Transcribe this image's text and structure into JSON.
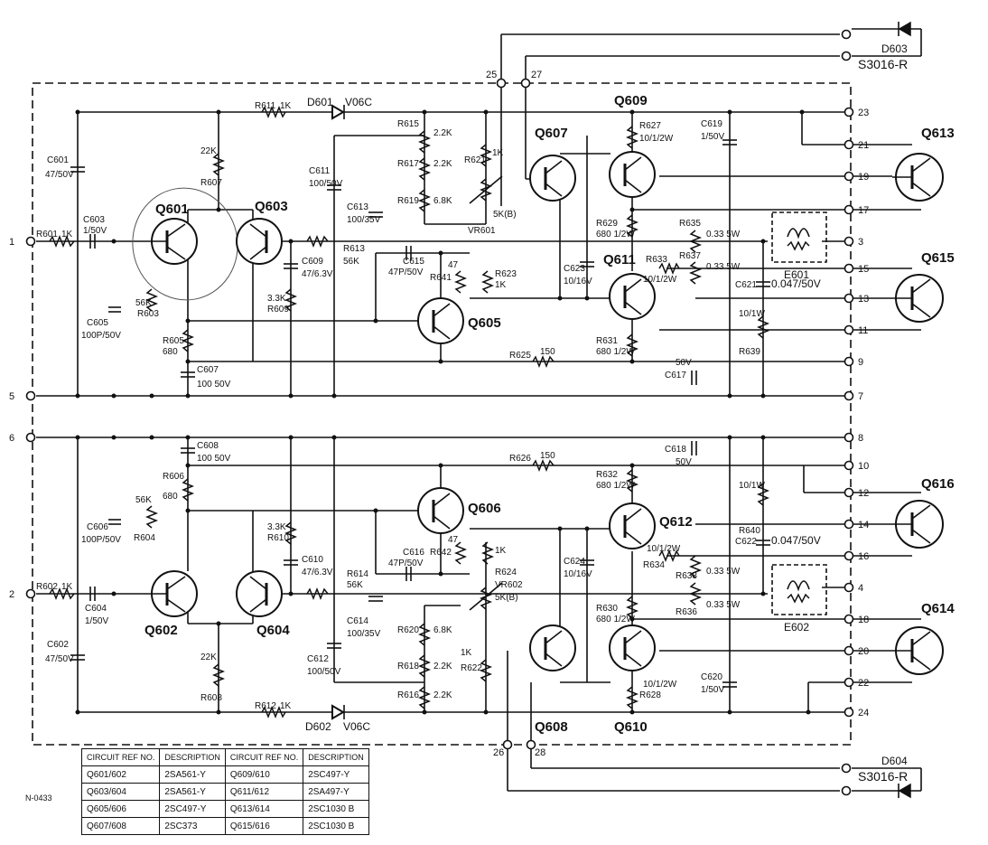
{
  "terminals": [
    "1",
    "2",
    "3",
    "4",
    "5",
    "6",
    "7",
    "8",
    "9",
    "10",
    "11",
    "12",
    "13",
    "14",
    "15",
    "16",
    "17",
    "18",
    "19",
    "20",
    "21",
    "22",
    "23",
    "24",
    "25",
    "26",
    "27",
    "28"
  ],
  "transistors": {
    "q601": "Q601",
    "q602": "Q602",
    "q603": "Q603",
    "q604": "Q604",
    "q605": "Q605",
    "q606": "Q606",
    "q607": "Q607",
    "q608": "Q608",
    "q609": "Q609",
    "q610": "Q610",
    "q611": "Q611",
    "q612": "Q612",
    "q613": "Q613",
    "q614": "Q614",
    "q615": "Q615",
    "q616": "Q616"
  },
  "diodes": {
    "d601": "D601",
    "d601_type": "V06C",
    "d602": "D602",
    "d602_type": "V06C",
    "d603": "D603",
    "d603_type": "S3016-R",
    "d604": "D604",
    "d604_type": "S3016-R"
  },
  "fuses": {
    "e601": "E601",
    "e602": "E602"
  },
  "resistors": [
    {
      "ref": "R601",
      "value": "1K"
    },
    {
      "ref": "R602",
      "value": "1K"
    },
    {
      "ref": "R603",
      "value": "56K"
    },
    {
      "ref": "R604",
      "value": "56K"
    },
    {
      "ref": "R605",
      "value": "680"
    },
    {
      "ref": "R606",
      "value": "680"
    },
    {
      "ref": "R607",
      "value": "22K"
    },
    {
      "ref": "R608",
      "value": "22K"
    },
    {
      "ref": "R609",
      "value": "3.3K"
    },
    {
      "ref": "R610",
      "value": "3.3K"
    },
    {
      "ref": "R611",
      "value": "1K"
    },
    {
      "ref": "R612",
      "value": "1K"
    },
    {
      "ref": "R613",
      "value": "56K"
    },
    {
      "ref": "R614",
      "value": "56K"
    },
    {
      "ref": "R615",
      "value": "2.2K"
    },
    {
      "ref": "R616",
      "value": "2.2K"
    },
    {
      "ref": "R617",
      "value": "2.2K"
    },
    {
      "ref": "R618",
      "value": "2.2K"
    },
    {
      "ref": "R619",
      "value": "6.8K"
    },
    {
      "ref": "R620",
      "value": "6.8K"
    },
    {
      "ref": "R621",
      "value": "1K"
    },
    {
      "ref": "R622",
      "value": "1K"
    },
    {
      "ref": "R623",
      "value": "1K"
    },
    {
      "ref": "R624",
      "value": "1K"
    },
    {
      "ref": "R625",
      "value": "150"
    },
    {
      "ref": "R626",
      "value": "150"
    },
    {
      "ref": "R627",
      "value": "10/1/2W"
    },
    {
      "ref": "R628",
      "value": "10/1/2W"
    },
    {
      "ref": "R629",
      "value": "680 1/2W"
    },
    {
      "ref": "R630",
      "value": "680 1/2W"
    },
    {
      "ref": "R631",
      "value": "680 1/2W"
    },
    {
      "ref": "R632",
      "value": "680 1/2W"
    },
    {
      "ref": "R633",
      "value": "10/1/2W"
    },
    {
      "ref": "R634",
      "value": "10/1/2W"
    },
    {
      "ref": "R635",
      "value": "0.33 5W"
    },
    {
      "ref": "R636",
      "value": "0.33 5W"
    },
    {
      "ref": "R637",
      "value": "0.33 5W"
    },
    {
      "ref": "R638",
      "value": "0.33 5W"
    },
    {
      "ref": "R639",
      "value": "10/1W"
    },
    {
      "ref": "R640",
      "value": "10/1W"
    },
    {
      "ref": "R641",
      "value": "47"
    },
    {
      "ref": "R642",
      "value": "47"
    },
    {
      "ref": "VR601",
      "value": "5K(B)"
    },
    {
      "ref": "VR602",
      "value": "5K(B)"
    }
  ],
  "capacitors": [
    {
      "ref": "C601",
      "value": "47/50V"
    },
    {
      "ref": "C602",
      "value": "47/50V"
    },
    {
      "ref": "C603",
      "value": "1/50V"
    },
    {
      "ref": "C604",
      "value": "1/50V"
    },
    {
      "ref": "C605",
      "value": "100P/50V"
    },
    {
      "ref": "C606",
      "value": "100P/50V"
    },
    {
      "ref": "C607",
      "value": "100 50V"
    },
    {
      "ref": "C608",
      "value": "100 50V"
    },
    {
      "ref": "C609",
      "value": "47/6.3V"
    },
    {
      "ref": "C610",
      "value": "47/6.3V"
    },
    {
      "ref": "C611",
      "value": "100/50V"
    },
    {
      "ref": "C612",
      "value": "100/50V"
    },
    {
      "ref": "C613",
      "value": "100/35V"
    },
    {
      "ref": "C614",
      "value": "100/35V"
    },
    {
      "ref": "C615",
      "value": "47P/50V"
    },
    {
      "ref": "C616",
      "value": "47P/50V"
    },
    {
      "ref": "C617",
      "value": "50V"
    },
    {
      "ref": "C618",
      "value": "50V"
    },
    {
      "ref": "C619",
      "value": "1/50V"
    },
    {
      "ref": "C620",
      "value": "1/50V"
    },
    {
      "ref": "C621",
      "value": "0.047/50V"
    },
    {
      "ref": "C622",
      "value": "0.047/50V"
    },
    {
      "ref": "C623",
      "value": "10/16V"
    },
    {
      "ref": "C624",
      "value": "10/16V"
    }
  ],
  "table": {
    "headers": [
      "CIRCUIT REF NO.",
      "DESCRIPTION",
      "CIRCUIT REF NO.",
      "DESCRIPTION"
    ],
    "rows": [
      [
        "Q601/602",
        "2SA561-Y",
        "Q609/610",
        "2SC497-Y"
      ],
      [
        "Q603/604",
        "2SA561-Y",
        "Q611/612",
        "2SA497-Y"
      ],
      [
        "Q605/606",
        "2SC497-Y",
        "Q613/614",
        "2SC1030 B"
      ],
      [
        "Q607/608",
        "2SC373",
        "Q615/616",
        "2SC1030 B"
      ]
    ]
  },
  "drawing_no": "N-0433"
}
